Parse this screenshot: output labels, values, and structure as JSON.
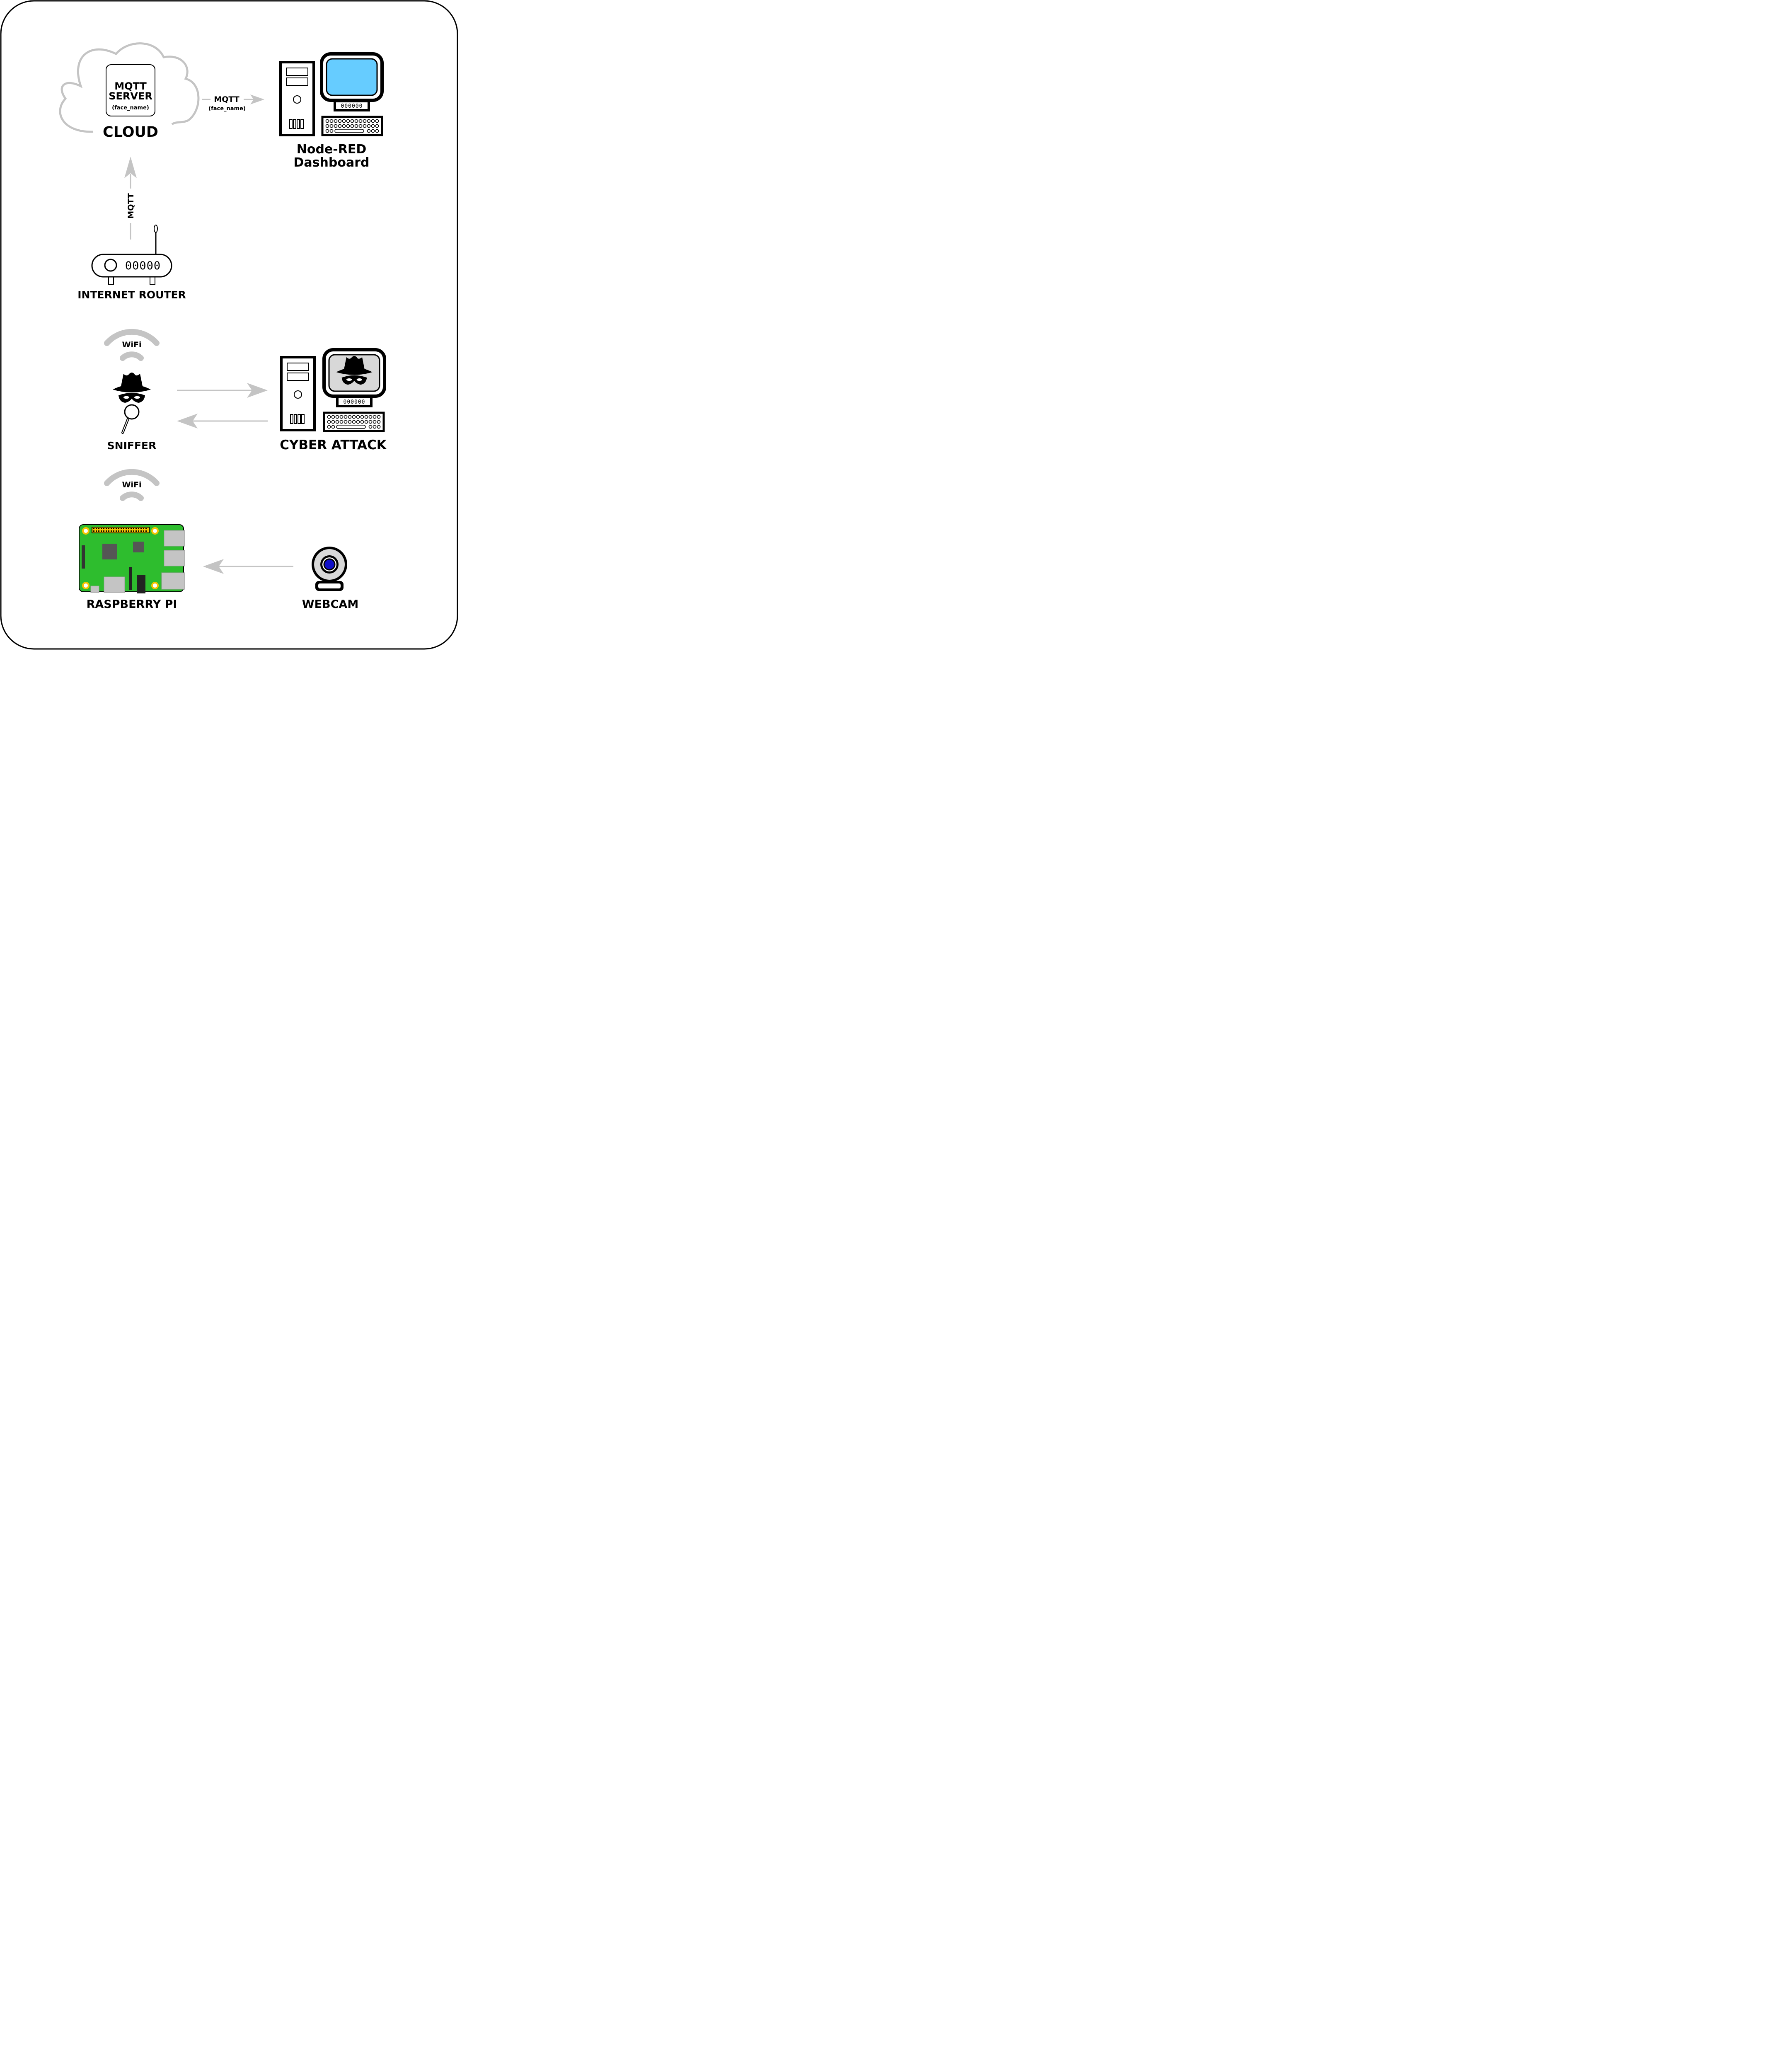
{
  "cloud": {
    "server_line1": "MQTT",
    "server_line2": "SERVER",
    "server_topic": "(face_name)",
    "label": "CLOUD"
  },
  "links": {
    "cloud_to_dashboard_protocol": "MQTT",
    "cloud_to_dashboard_topic": "(face_name)",
    "router_to_cloud_protocol": "MQTT"
  },
  "dashboard": {
    "line1": "Node-RED",
    "line2": "Dashboard",
    "screen_color": "#66ccff",
    "screen_digits": "000000"
  },
  "router": {
    "label": "INTERNET ROUTER",
    "ports": "00000"
  },
  "wifi": {
    "upper_label": "WiFi",
    "lower_label": "WiFi"
  },
  "sniffer": {
    "label": "SNIFFER"
  },
  "attacker": {
    "label": "CYBER ATTACK",
    "screen_digits": "000000"
  },
  "raspberry": {
    "label": "RASPBERRY PI",
    "board_color": "#2ebd2e",
    "pin_color": "#f5c400"
  },
  "webcam": {
    "label": "WEBCAM",
    "lens_color": "#1010c8"
  },
  "colors": {
    "arrow": "#c4c4c4",
    "outline": "#000000"
  }
}
